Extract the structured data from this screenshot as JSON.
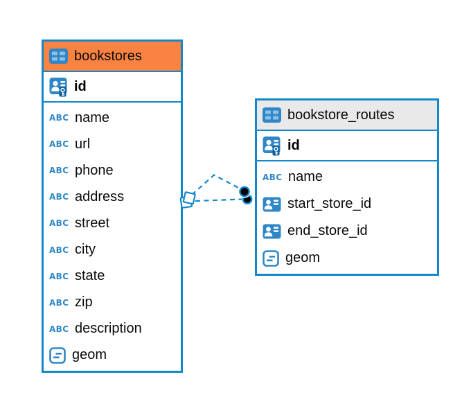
{
  "diagram": {
    "type_icon_label": "ABC",
    "colors": {
      "accent_blue": "#1287CA",
      "icon_blue": "#2F87C8",
      "selected_header_orange": "#FA8342",
      "header_gray": "#E9E9E9"
    },
    "tables": [
      {
        "name": "bookstores",
        "header_style": "orange-selected",
        "columns": [
          {
            "name": "id",
            "icon": "primary-key"
          },
          {
            "name": "name",
            "icon": "text"
          },
          {
            "name": "url",
            "icon": "text"
          },
          {
            "name": "phone",
            "icon": "text"
          },
          {
            "name": "address",
            "icon": "text"
          },
          {
            "name": "street",
            "icon": "text"
          },
          {
            "name": "city",
            "icon": "text"
          },
          {
            "name": "state",
            "icon": "text"
          },
          {
            "name": "zip",
            "icon": "text"
          },
          {
            "name": "description",
            "icon": "text"
          },
          {
            "name": "geom",
            "icon": "geometry"
          }
        ]
      },
      {
        "name": "bookstore_routes",
        "header_style": "gray",
        "columns": [
          {
            "name": "id",
            "icon": "primary-key"
          },
          {
            "name": "name",
            "icon": "text"
          },
          {
            "name": "start_store_id",
            "icon": "foreign-key"
          },
          {
            "name": "end_store_id",
            "icon": "foreign-key"
          },
          {
            "name": "geom",
            "icon": "geometry"
          }
        ]
      }
    ],
    "relationships": [
      {
        "from_table": "bookstore_routes",
        "from_column": "start_store_id",
        "to_table": "bookstores",
        "to_column": "id",
        "line_style": "dashed",
        "source_marker": "rotated-square",
        "target_marker": "filled-circle"
      },
      {
        "from_table": "bookstore_routes",
        "from_column": "end_store_id",
        "to_table": "bookstores",
        "to_column": "id",
        "line_style": "dashed",
        "source_marker": "rotated-square",
        "target_marker": "filled-circle"
      }
    ]
  }
}
